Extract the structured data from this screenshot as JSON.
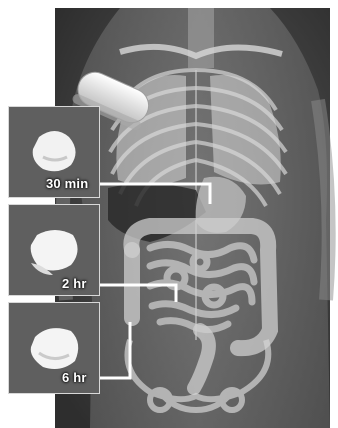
{
  "figure": {
    "background_color": "#444444",
    "organ_color": "#c9c9c9",
    "connector_color": "#ffffff",
    "stages": [
      {
        "label": "30 min",
        "pill_icon": "pill-dissolving-icon"
      },
      {
        "label": "2 hr",
        "pill_icon": "pill-dissolving-icon"
      },
      {
        "label": "6 hr",
        "pill_icon": "pill-dissolving-icon"
      }
    ]
  }
}
